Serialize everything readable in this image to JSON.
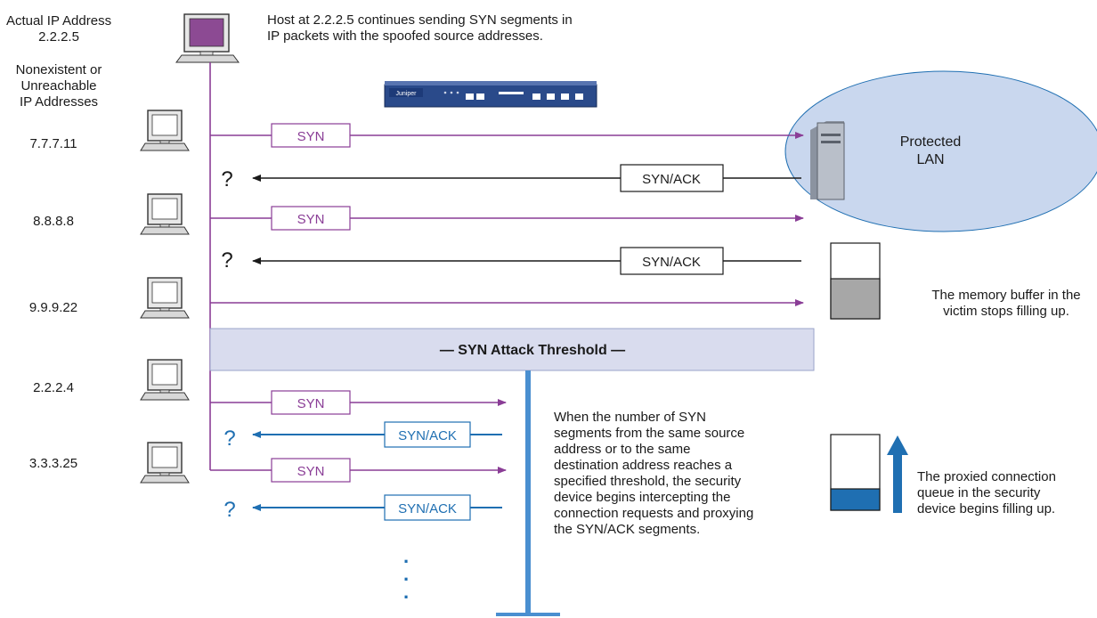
{
  "header": {
    "actual_ip_label": "Actual IP Address",
    "actual_ip_value": "2.2.2.5",
    "nonexistent_label_1": "Nonexistent or",
    "nonexistent_label_2": "Unreachable",
    "nonexistent_label_3": "IP Addresses",
    "host_note_1": "Host at 2.2.2.5 continues sending SYN segments in",
    "host_note_2": "IP packets with the spoofed source addresses."
  },
  "device": {
    "brand": "Juniper"
  },
  "hosts": [
    "7.7.7.11",
    "8.8.8.8",
    "9.9.9.22",
    "2.2.2.4",
    "3.3.3.25"
  ],
  "lan": {
    "line1": "Protected",
    "line2": "LAN"
  },
  "packets": {
    "syn": "SYN",
    "synack": "SYN/ACK",
    "question": "?",
    "ellipsis": "."
  },
  "threshold": {
    "label": "— SYN Attack Threshold —"
  },
  "notes": {
    "victim_buffer_1": "The memory buffer in the",
    "victim_buffer_2": "victim stops filling up.",
    "proxy_1": "When the number of SYN",
    "proxy_2": "segments from the same source",
    "proxy_3": "address or to the same",
    "proxy_4": "destination address reaches a",
    "proxy_5": "specified threshold, the security",
    "proxy_6": "device begins intercepting the",
    "proxy_7": "connection requests and proxying",
    "proxy_8": "the SYN/ACK segments.",
    "queue_1": "The proxied connection",
    "queue_2": "queue in the security",
    "queue_3": "device begins filling up."
  },
  "colors": {
    "syn": "#8a3d96",
    "synack_pre": "#1a1a1a",
    "synack_post": "#1f6fb2",
    "threshold_bg": "#d9dcee",
    "lan_bg": "#c9d7ee",
    "buffer_gray": "#a7a7a7",
    "queue_blue": "#1f6fb2"
  }
}
